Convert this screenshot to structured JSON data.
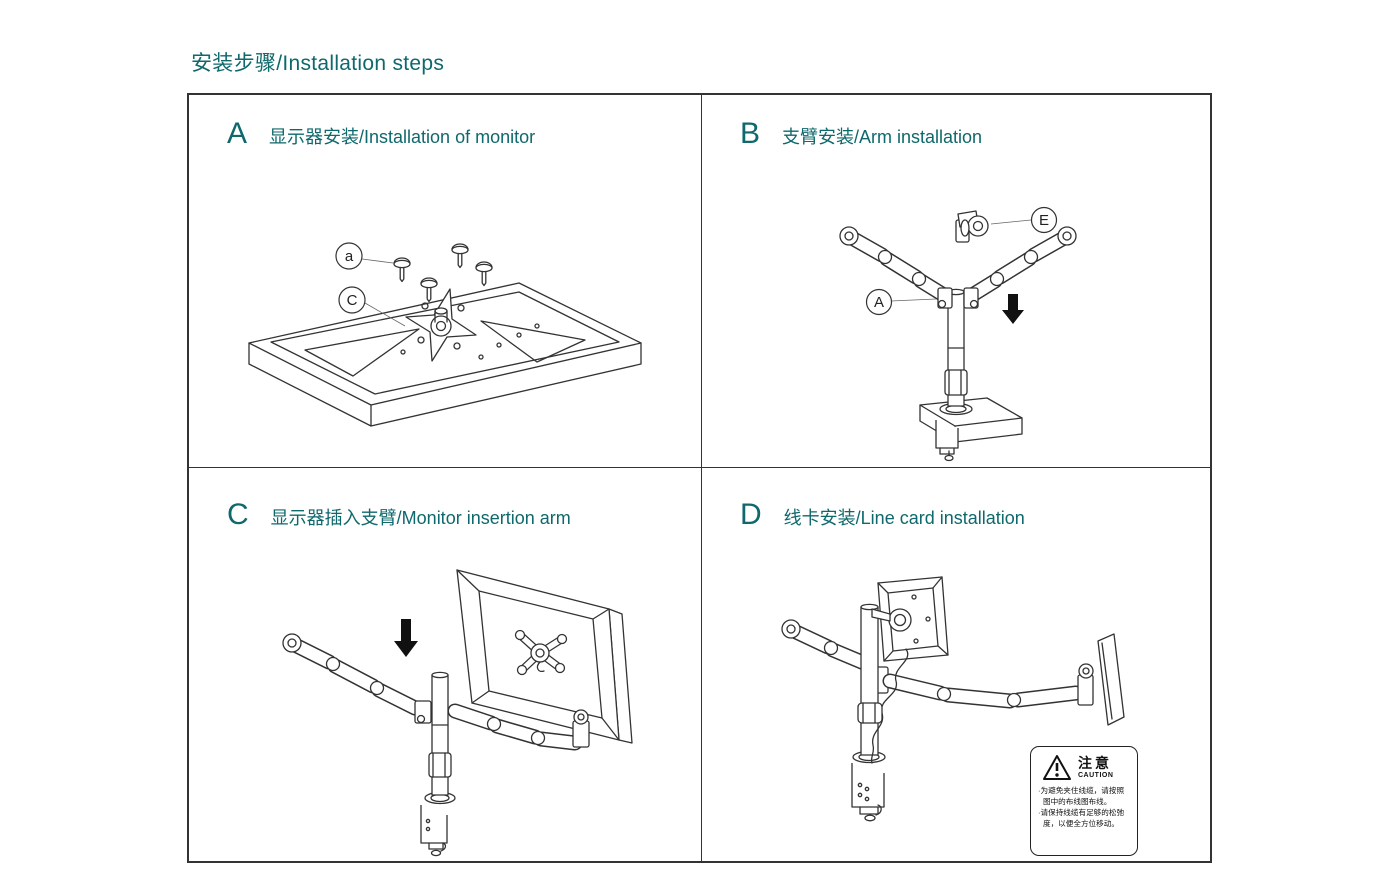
{
  "page": {
    "title": "安装步骤/Installation steps"
  },
  "colors": {
    "accent": "#0e686c",
    "line": "#333333"
  },
  "panels": {
    "a": {
      "letter": "A",
      "title": "显示器安装/Installation of monitor",
      "label_screws": "a",
      "label_plate": "C"
    },
    "b": {
      "letter": "B",
      "title": "支臂安装/Arm installation",
      "label_arm": "A",
      "label_head": "E"
    },
    "c": {
      "letter": "C",
      "title": "显示器插入支臂/Monitor insertion arm"
    },
    "d": {
      "letter": "D",
      "title": "线卡安装/Line card installation",
      "caution": {
        "title_zh": "注意",
        "title_en": "CAUTION",
        "bullet1": "·为避免夹住线缆，请按照图中的布线图布线。",
        "bullet2": "·请保持线缆有足够的松弛度，以便全方位移动。"
      }
    }
  }
}
